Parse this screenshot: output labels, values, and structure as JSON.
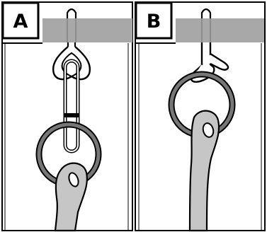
{
  "panels": [
    {
      "label": "A",
      "hook_type": "eye-hook-with-chain-link"
    },
    {
      "label": "B",
      "hook_type": "s-hook"
    }
  ],
  "colors": {
    "ceiling_band": "#a8a8a8",
    "ring": "#777777",
    "rope": "#c6c6c6",
    "outline": "#000000",
    "background": "#ffffff"
  }
}
